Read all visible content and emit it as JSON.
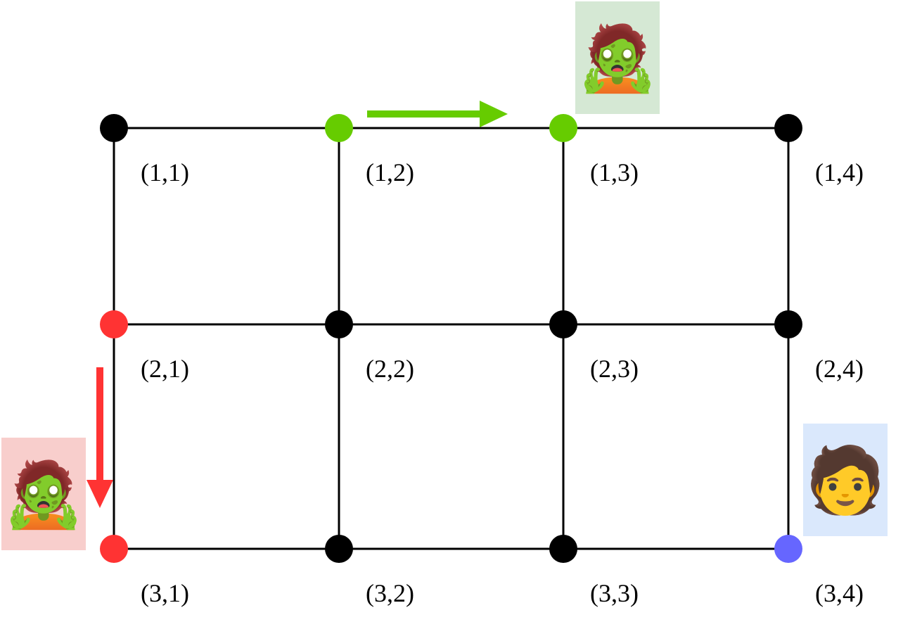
{
  "grid": {
    "rows": 3,
    "cols": 4,
    "labels": [
      [
        "(1,1)",
        "(1,2)",
        "(1,3)",
        "(1,4)"
      ],
      [
        "(2,1)",
        "(2,2)",
        "(2,3)",
        "(2,4)"
      ],
      [
        "(3,1)",
        "(3,2)",
        "(3,3)",
        "(3,4)"
      ]
    ],
    "node_color_default": "#000000",
    "node_colors": {
      "1,2": "#66cc00",
      "1,3": "#66cc00",
      "2,1": "#ff3333",
      "3,1": "#ff3333",
      "3,4": "#6666ff"
    },
    "edge_color": "#000000"
  },
  "arrows": [
    {
      "name": "green-arrow",
      "from": "1,2",
      "to": "1,3",
      "color": "#66cc00"
    },
    {
      "name": "red-arrow",
      "from": "2,1",
      "to": "3,1",
      "color": "#ff3333"
    }
  ],
  "characters": [
    {
      "name": "zombie-green",
      "icon": "zombie-icon",
      "glyph": "🧟",
      "at": "1,3",
      "bg_color": "#d5e8d4"
    },
    {
      "name": "zombie-red",
      "icon": "zombie-icon",
      "glyph": "🧟",
      "at": "3,1",
      "bg_color": "#f8cecc"
    },
    {
      "name": "person",
      "icon": "person-icon",
      "glyph": "🧑",
      "at": "3,4",
      "bg_color": "#dae8fc"
    }
  ]
}
